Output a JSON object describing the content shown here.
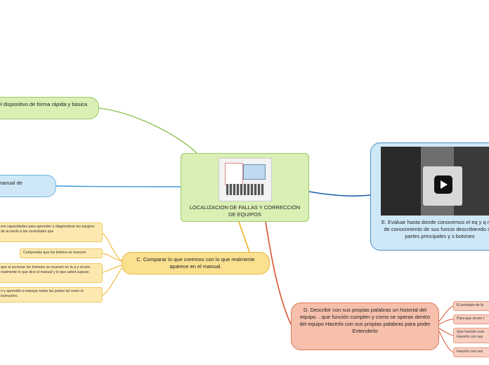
{
  "central": {
    "title": "LOCALIZACION DE FALLAS Y CORRECCIÓN DE EQUIPOS",
    "image_icon": "ecg-machine-image"
  },
  "branch_a": {
    "text": "el dispositivo de forma rápida y básica"
  },
  "branch_b": {
    "text": "el manual de"
  },
  "branch_c": {
    "text": "C. Comparar lo que creemos con lo que realmente aparece en el manual.",
    "children": [
      "era capacidades para aprender a diagnosticar las equipos de acuerdo a las novedades que",
      "Compruebe que los botone se mueven",
      "que al accionar los botones se mueven en la a y ocurre realmente lo que dice el manual y lo que usted supuso.",
      "ó y aprendió a manejar todas las partes tal como el instructivo."
    ]
  },
  "branch_d": {
    "text": "D. Describir con sus propias palabras un historial del equipo.  ..que función cumplen y como se operan dentro del equipo Hacerlo con sus propias palabras para poder Entenderlo",
    "children": [
      "El principio de fu",
      "Para que sirven l",
      "Que función cum Hacerlo con sus",
      "Hacerlo con sus"
    ]
  },
  "branch_e": {
    "text": "E. Evaluar  hasta donde conocemos el eq y q nivel de conocimiento de sus funcio describiendo sus partes principales y s botones",
    "media_icon": "play-icon"
  },
  "colors": {
    "green": "#9cc86a",
    "blue": "#1a5fa8",
    "light_blue": "#3a9ad9",
    "orange": "#f2b01e",
    "red": "#d9532c"
  }
}
